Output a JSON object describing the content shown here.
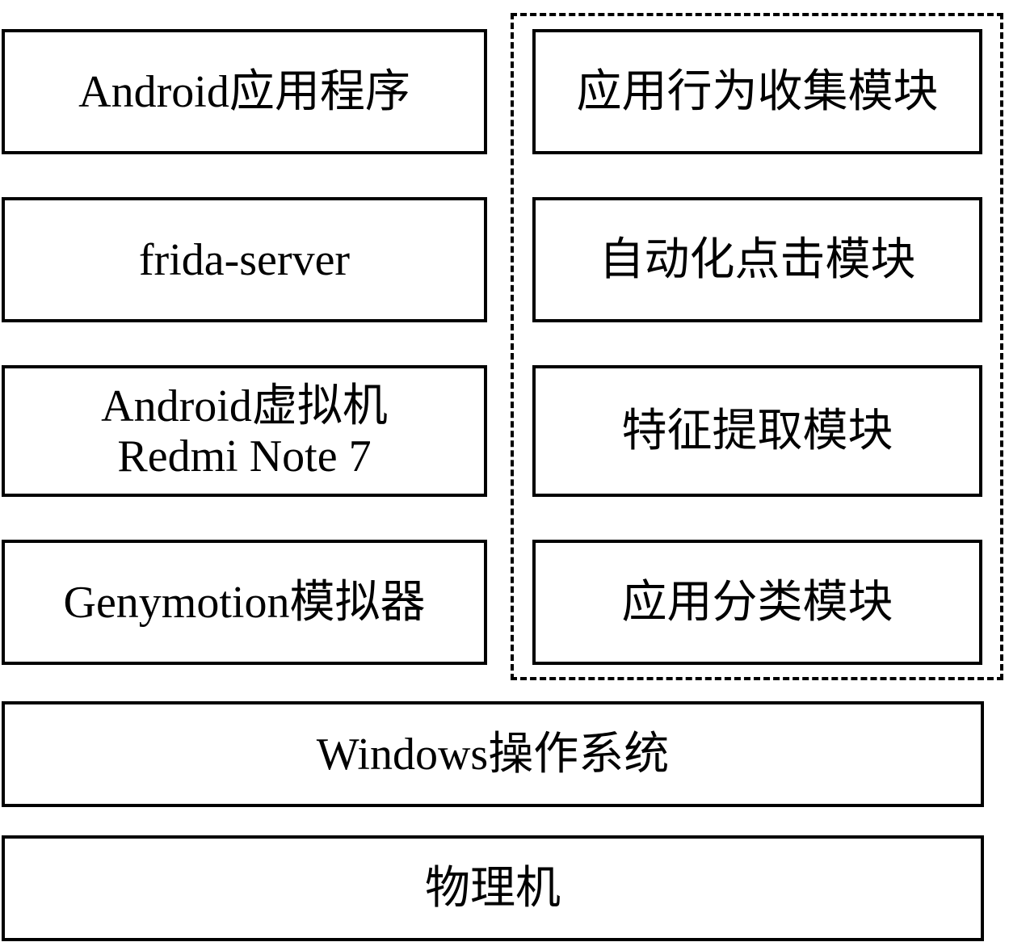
{
  "left_stack": {
    "app": "Android应用程序",
    "frida": "frida-server",
    "vm_line1": "Android虚拟机",
    "vm_line2": "Redmi Note 7",
    "emulator": "Genymotion模拟器"
  },
  "right_modules": {
    "collect": "应用行为收集模块",
    "click": "自动化点击模块",
    "feature": "特征提取模块",
    "classify": "应用分类模块"
  },
  "base": {
    "os": "Windows操作系统",
    "physical": "物理机"
  }
}
